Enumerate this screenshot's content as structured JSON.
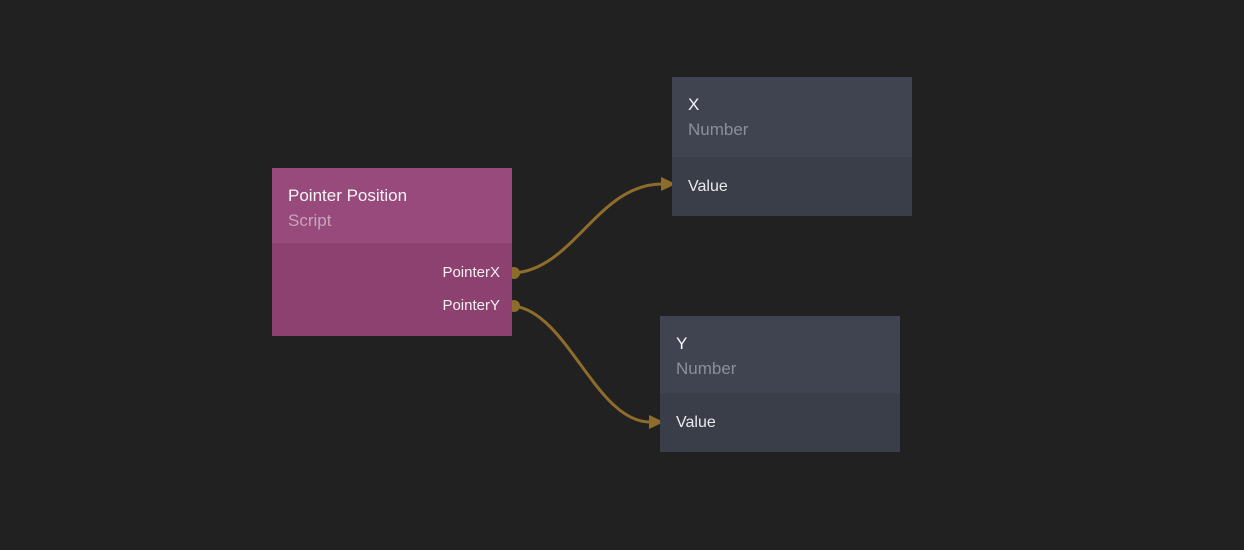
{
  "canvas": {
    "background_color": "#212121"
  },
  "nodes": {
    "pointer": {
      "title": "Pointer Position",
      "subtitle": "Script",
      "header_color": "#974a7b",
      "body_color": "#8c4170",
      "outputs": [
        {
          "label": "PointerX"
        },
        {
          "label": "PointerY"
        }
      ]
    },
    "x": {
      "title": "X",
      "subtitle": "Number",
      "header_color": "#3f4450",
      "body_color": "#3a3e49",
      "inputs": [
        {
          "label": "Value"
        }
      ]
    },
    "y": {
      "title": "Y",
      "subtitle": "Number",
      "header_color": "#3f4450",
      "body_color": "#3a3e49",
      "inputs": [
        {
          "label": "Value"
        }
      ]
    }
  },
  "connections": [
    {
      "from": "Pointer Position.PointerX",
      "to": "X.Value",
      "color": "#8e6c2b"
    },
    {
      "from": "Pointer Position.PointerY",
      "to": "Y.Value",
      "color": "#8e6c2b"
    }
  ]
}
